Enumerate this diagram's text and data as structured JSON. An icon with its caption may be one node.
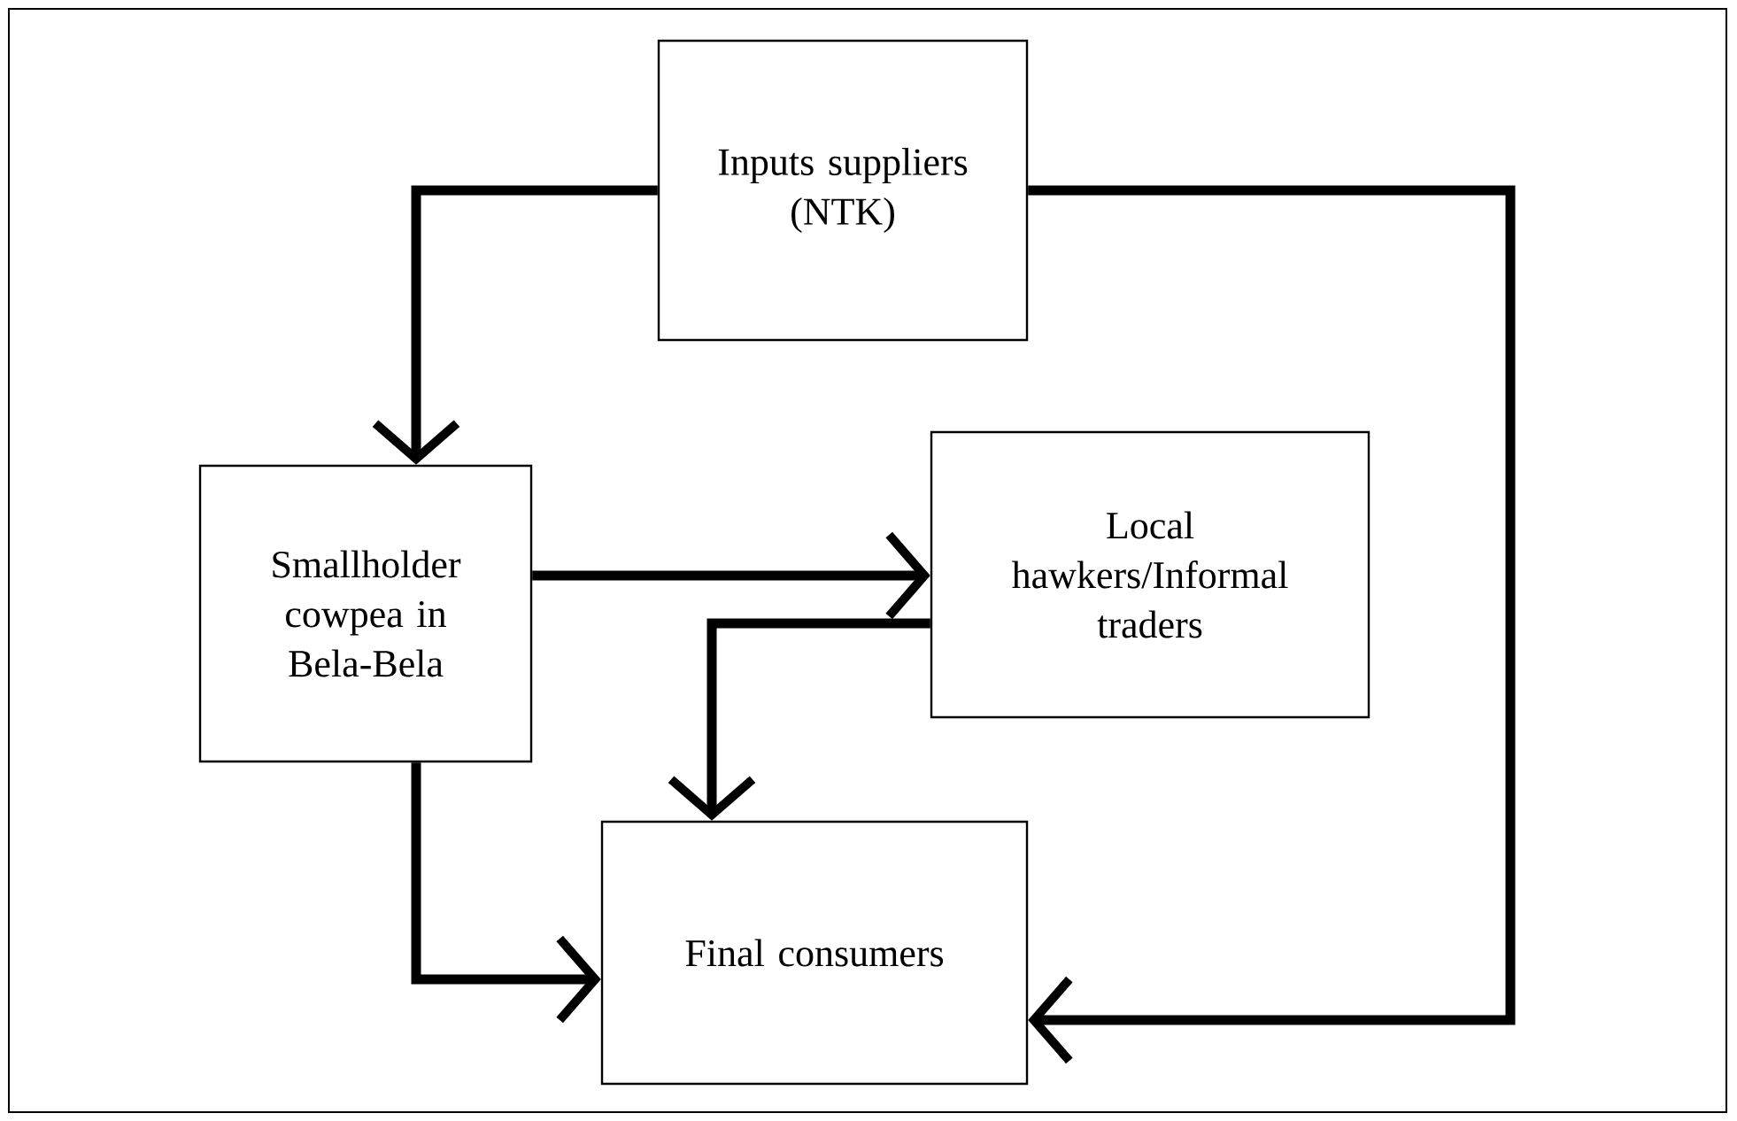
{
  "diagram": {
    "nodes": [
      {
        "text": [
          "Inputs suppliers (NTK)"
        ]
      },
      {
        "text": [
          "Smallholder cowpea in Bela-Bela"
        ]
      },
      {
        "text": [
          "Local hawkers/Informal traders"
        ]
      },
      {
        "text": [
          "Final consumers"
        ]
      }
    ],
    "edges": [
      {
        "from": 0,
        "to": 1,
        "arrow": "to"
      },
      {
        "from": 0,
        "to": 3,
        "arrow": "to"
      },
      {
        "from": 1,
        "to": 2,
        "arrow": "to"
      },
      {
        "from": 2,
        "to": 3,
        "arrow": "to"
      },
      {
        "from": 1,
        "to": 3,
        "arrow": "to"
      }
    ]
  }
}
